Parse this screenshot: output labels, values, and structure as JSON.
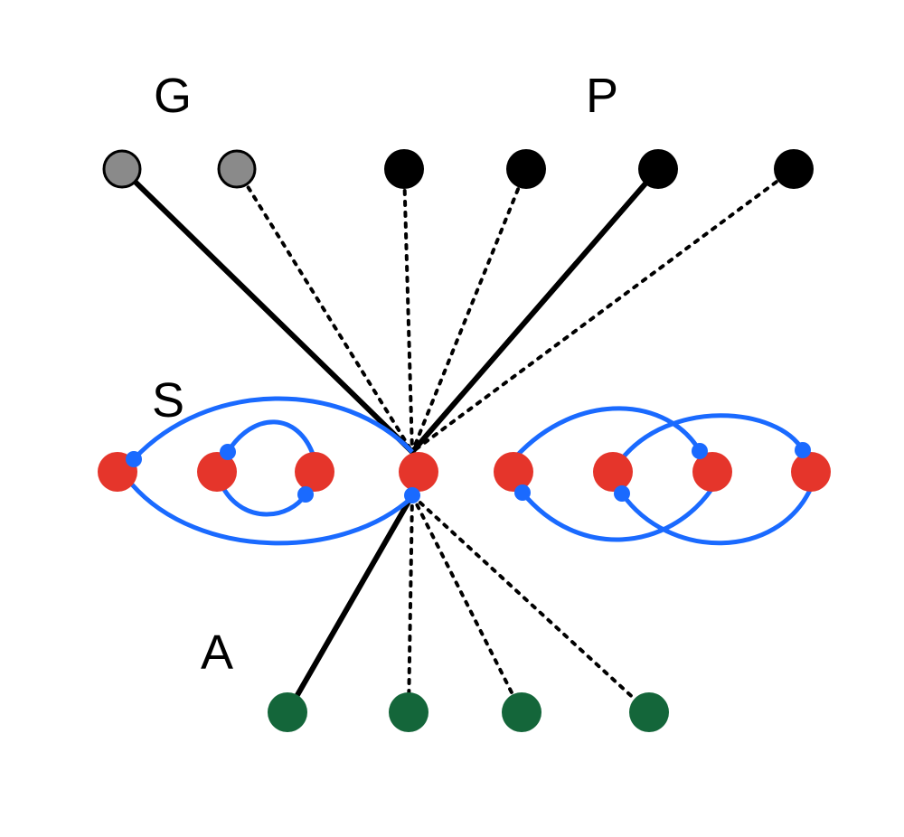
{
  "labels": {
    "g": "G",
    "p": "P",
    "s": "S",
    "a": "A"
  },
  "colors": {
    "g_node": "#8a8a8a",
    "p_node": "#000000",
    "s_node": "#e5352b",
    "a_node": "#14663a",
    "port": "#1a6aff",
    "arc": "#1a6aff",
    "edge": "#000000"
  }
}
